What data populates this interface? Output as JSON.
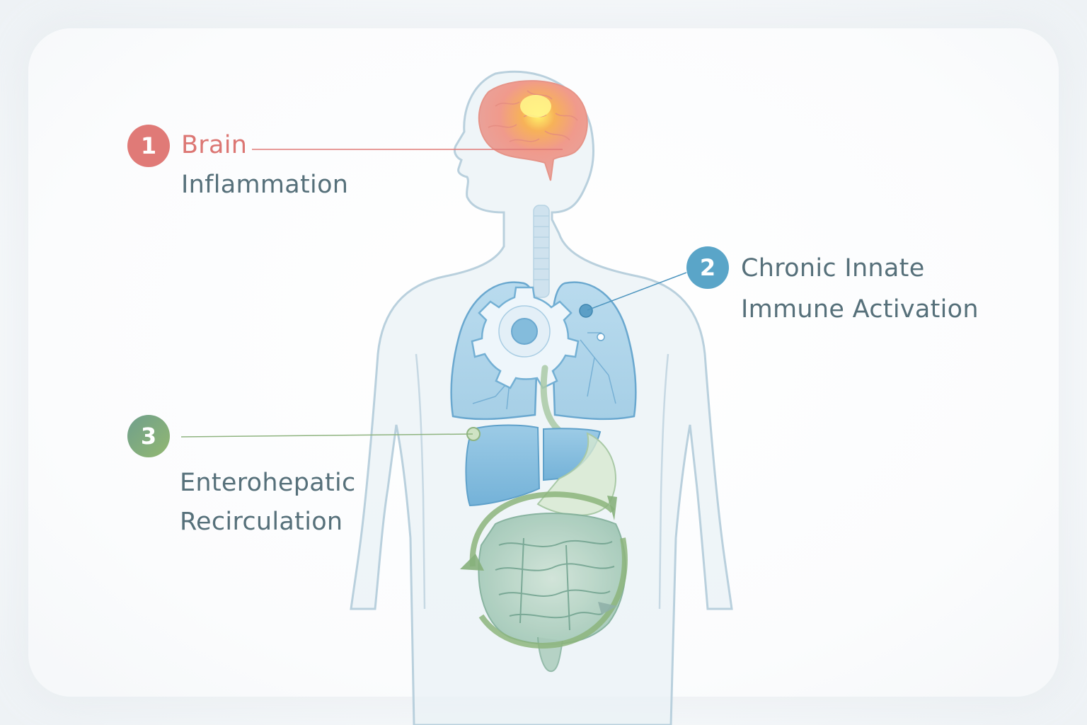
{
  "figure": {
    "subject": "Human body silhouette with highlighted organs: brain, lungs, liver, stomach, intestines",
    "callouts": [
      {
        "number": "1",
        "title": "Brain",
        "line2": "Inflammation",
        "color": "#e07a77",
        "target": "brain"
      },
      {
        "number": "2",
        "title": "Chronic Innate",
        "line2": "Immune Activation",
        "color": "#5aa5c8",
        "target": "lungs"
      },
      {
        "number": "3",
        "title": "Enterohepatic",
        "line2": "Recirculation",
        "color": "#7fae86",
        "target": "liver-gut"
      }
    ],
    "icons": {
      "gear": "gear-icon",
      "recirculation": "recirculation-arrows-icon"
    },
    "colors": {
      "text": "#56707a",
      "brain_red": "#e07a77",
      "immune_blue": "#5aa5c8",
      "gut_green": "#7fae86",
      "body_outline": "#b7cfdc",
      "organ_blue": "#7db9da"
    }
  }
}
